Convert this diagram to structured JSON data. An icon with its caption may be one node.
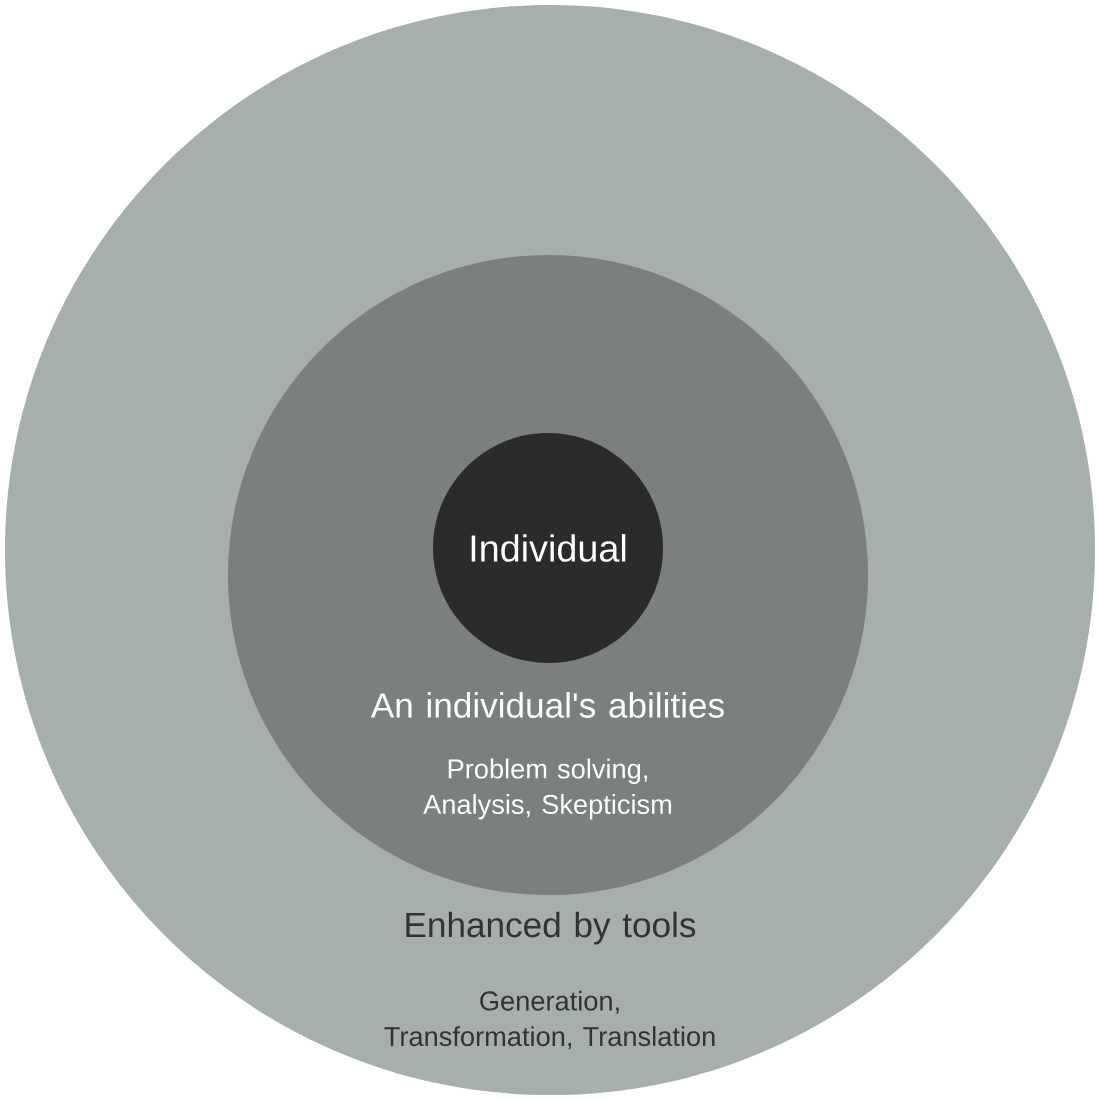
{
  "diagram": {
    "nodes": [
      {
        "text": [
          "Enhanced by tools",
          "Generation, Transformation, Translation"
        ]
      },
      {
        "text": [
          "An individual's abilities",
          "Problem solving, Analysis, Skepticism"
        ],
        "in": 0
      },
      {
        "text": [
          "Individual"
        ],
        "in": 1
      }
    ]
  }
}
